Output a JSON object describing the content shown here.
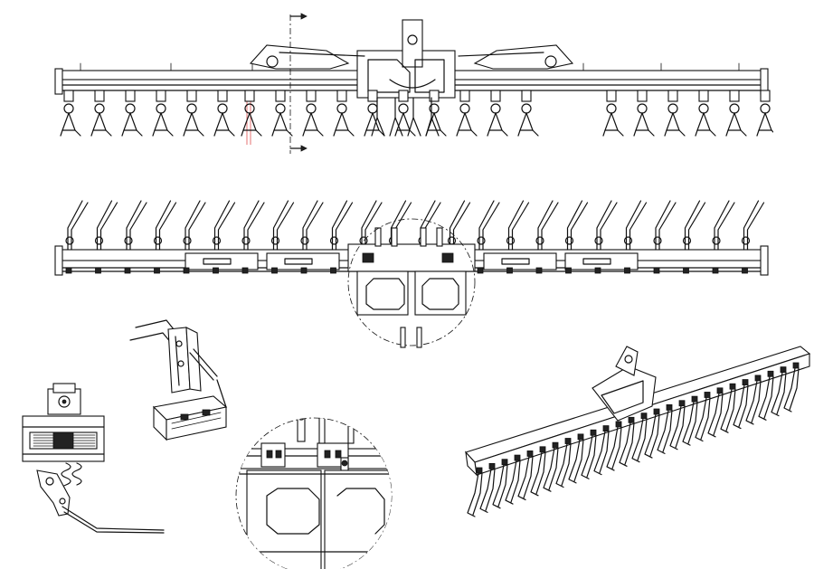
{
  "drawing": {
    "views": [
      {
        "id": "front-view",
        "kind": "front elevation, tines down"
      },
      {
        "id": "rear-view",
        "kind": "rear elevation, tines up"
      },
      {
        "id": "tine-side-detail",
        "kind": "side section of single tine mount"
      },
      {
        "id": "bracket-detail",
        "kind": "partial isometric of frame bracket"
      },
      {
        "id": "center-circle-detail",
        "kind": "circular magnified detail of central headstock"
      },
      {
        "id": "iso-view",
        "kind": "isometric assembly"
      }
    ],
    "line_color": "#111111",
    "center_mark_color": "#e05050",
    "front_view": {
      "tine_groups": [
        6,
        10,
        6
      ]
    },
    "rear_view": {
      "tine_count": 24
    },
    "iso_view": {
      "tine_count": 26
    }
  }
}
